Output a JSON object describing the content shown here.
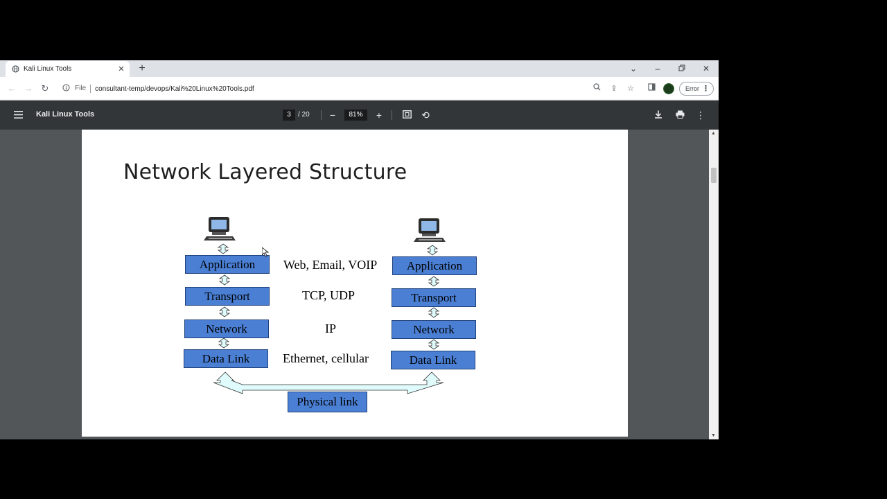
{
  "tab": {
    "title": "Kali Linux Tools",
    "favicon": "globe-icon"
  },
  "window_controls": [
    "tab-search-icon",
    "minimize-icon",
    "restore-icon",
    "close-icon"
  ],
  "omnibox": {
    "scheme": "File",
    "url": "consultant-temp/devops/Kali%20Linux%20Tools.pdf"
  },
  "profile": {
    "error_label": "Error"
  },
  "pdf_viewer": {
    "title": "Kali Linux Tools",
    "current_page": "3",
    "total_pages": "/ 20",
    "zoom": "81%"
  },
  "slide": {
    "title": "Network Layered Structure",
    "left_stack": [
      "Application",
      "Transport",
      "Network",
      "Data Link"
    ],
    "right_stack": [
      "Application",
      "Transport",
      "Network",
      "Data Link"
    ],
    "protocols": [
      "Web, Email, VOIP",
      "TCP, UDP",
      "IP",
      "Ethernet, cellular"
    ],
    "physical": "Physical link"
  },
  "colors": {
    "layer_fill": "#4a7fd4",
    "arrow_fill": "#e0fbfb",
    "pdf_toolbar": "#323639",
    "viewer_bg": "#525659"
  }
}
